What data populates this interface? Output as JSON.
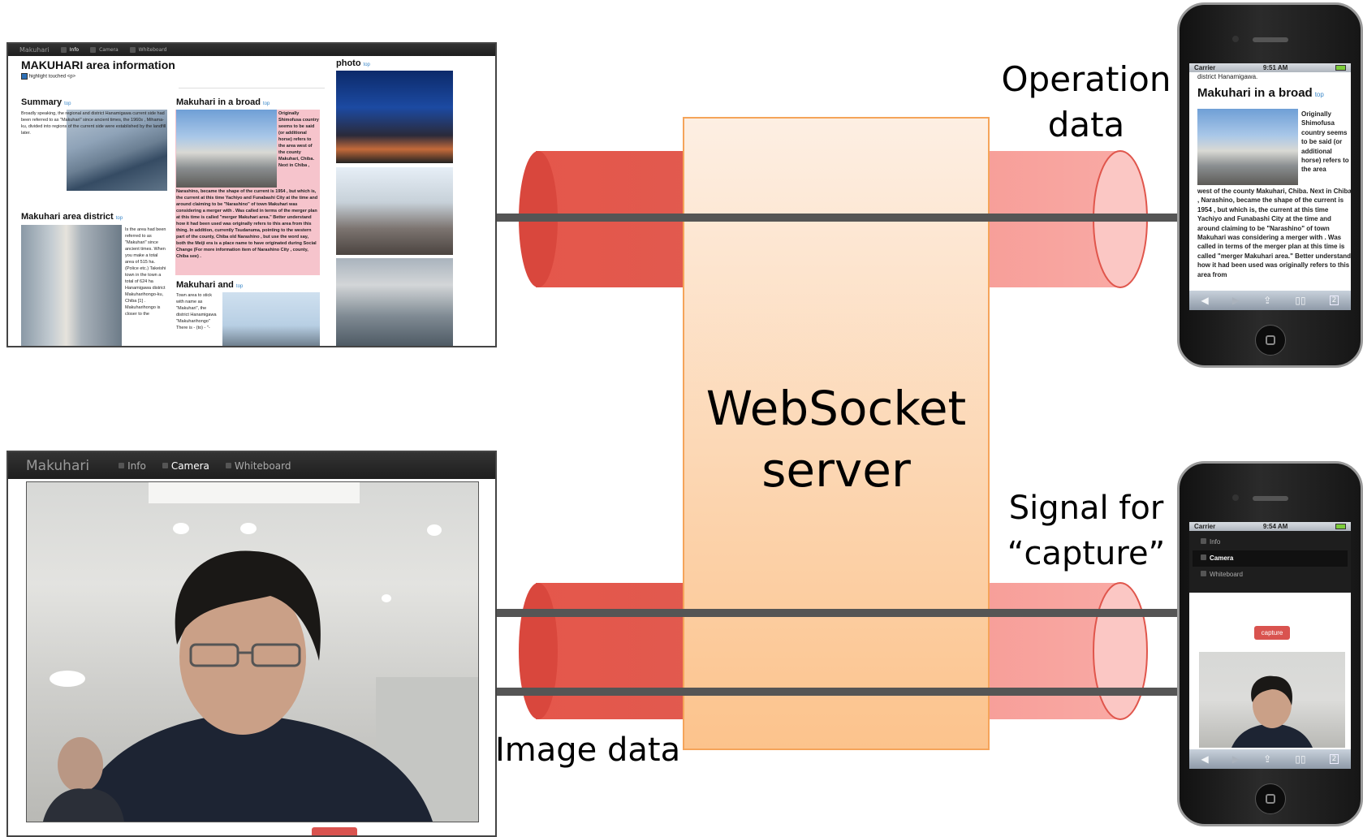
{
  "diagram": {
    "server_label_line1": "WebSocket",
    "server_label_line2": "server",
    "operation_line1": "Operation",
    "operation_line2": "data",
    "signal_line1": "Signal for",
    "signal_line2": "“capture”",
    "image_data": "Image data"
  },
  "top_browser": {
    "brand": "Makuhari",
    "nav": [
      "Info",
      "Camera",
      "Whiteboard"
    ],
    "page_title": "MAKUHARI area information",
    "checkbox_label": "highlight touched <p>",
    "top_link": "top",
    "summary_heading": "Summary",
    "summary_text": "Broadly speaking, the regional and district Hanamigawa current side had been referred to as \"Makuhari\" since ancient times, the 1960s , Mihama-ku, divided into regions of the current side were established by the landfill later.",
    "district_heading": "Makuhari area district",
    "district_text": "Is the area had been referred to as \"Makuhari\" since ancient times. When you make a total area of 515 ha. (Police etc.) Takeishi town in the town a total of 624 ha Hanamigawa district Makuharihongo-ku, Chiba [1] . Makuharihongo is closer to the",
    "broad_heading": "Makuhari in a broad",
    "broad_highlight_side": "Originally Shimofusa country seems to be said (or additional horse) refers to the area west of the county Makuhari, Chiba. Next in Chiba ,",
    "broad_highlight_body": "Narashino, became the shape of the current is 1954 , but which is, the current at this time Yachiyo and Funabashi City at the time and around claiming to be \"Narashino\" of town Makuhari was considering a merger with . Was called in terms of the merger plan at this time is called \"merger Makuhari area.\" Better understand how it had been used was originally refers to this area from this thing. In addition, currently Tsudanuma, pointing to the western part of the county, Chiba old Narashino , but use the word say, both the Meiji era is a place name to have originated during Social Change (For more information item of Narashino City , county, Chiba see) .",
    "and_heading": "Makuhari and",
    "and_text": "Town area to stick with name as \"Makuhari\", the district Hanamigawa \"Makuharihongo\" There is - (to) - \"-",
    "photo_heading": "photo"
  },
  "bottom_browser": {
    "brand": "Makuhari",
    "nav": [
      "Info",
      "Camera",
      "Whiteboard"
    ]
  },
  "phone_top": {
    "carrier": "Carrier",
    "time": "9:51 AM",
    "first_line": "district Hanamigawa.",
    "heading": "Makuhari in a broad",
    "top_link": "top",
    "side_text": "Originally Shimofusa country seems to be said (or additional horse) refers to the area",
    "body_text": "west of the county Makuhari, Chiba. Next in Chiba , Narashino, became the shape of the current is 1954 , but which is, the current at this time Yachiyo and Funabashi City at the time and around claiming to be \"Narashino\" of town Makuhari was considering a merger with . Was called in terms of the merger plan at this time is called \"merger Makuhari area.\" Better understand how it had been used was originally refers to this area from",
    "toolbar_tab_count": "2"
  },
  "phone_bottom": {
    "carrier": "Carrier",
    "time": "9:54 AM",
    "menu": [
      "Info",
      "Camera",
      "Whiteboard"
    ],
    "capture_button": "capture",
    "toolbar_tab_count": "2"
  },
  "colors": {
    "server_fill_top": "#FDEFE3",
    "server_fill_bottom": "#FCC58F",
    "server_border": "#F5A45A",
    "pipe_dark": "#E05A4E",
    "pipe_light": "#F6A5A0",
    "arrow": "#555555",
    "highlight": "#F6C4CC",
    "capture_button": "#D9534F"
  }
}
